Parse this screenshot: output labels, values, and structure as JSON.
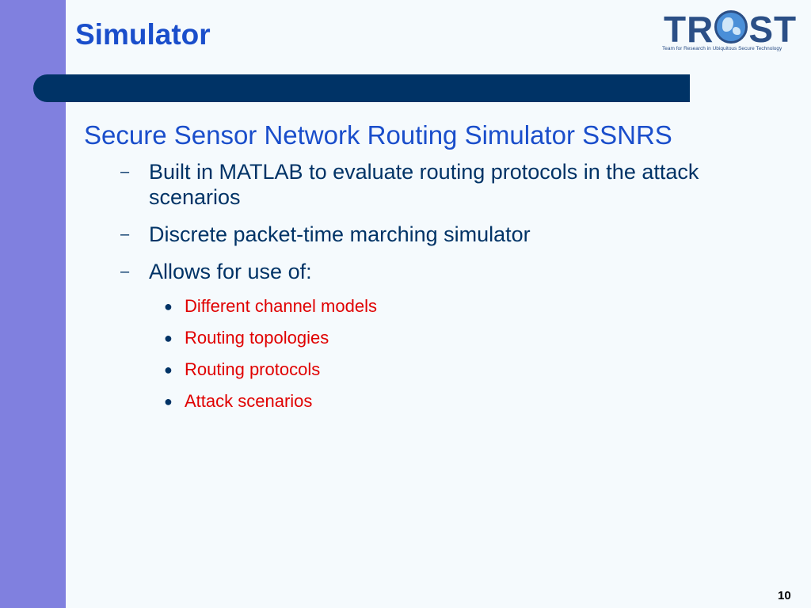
{
  "slide": {
    "title": "Simulator",
    "page_number": "10"
  },
  "logo": {
    "word_left": "TR",
    "word_right": "ST",
    "tagline": "Team for Research in Ubiquitous Secure Technology",
    "colors": {
      "text": "#2b4f86",
      "globe": "#4a8fd8"
    }
  },
  "content": {
    "heading": "Secure Sensor Network Routing Simulator SSNRS",
    "items": [
      {
        "text": "Built in MATLAB to evaluate routing protocols in the attack scenarios"
      },
      {
        "text": "Discrete packet-time marching simulator"
      },
      {
        "text": "Allows for use of:"
      }
    ],
    "sub_items": [
      "Different channel models",
      "Routing topologies",
      "Routing protocols",
      "Attack scenarios"
    ],
    "dash_glyph": "–",
    "bullet_glyph": "●"
  },
  "colors": {
    "left_bar": "#8080df",
    "title": "#1a4ecb",
    "rule": "#003366",
    "body_text": "#003366",
    "highlight": "#e00000"
  }
}
